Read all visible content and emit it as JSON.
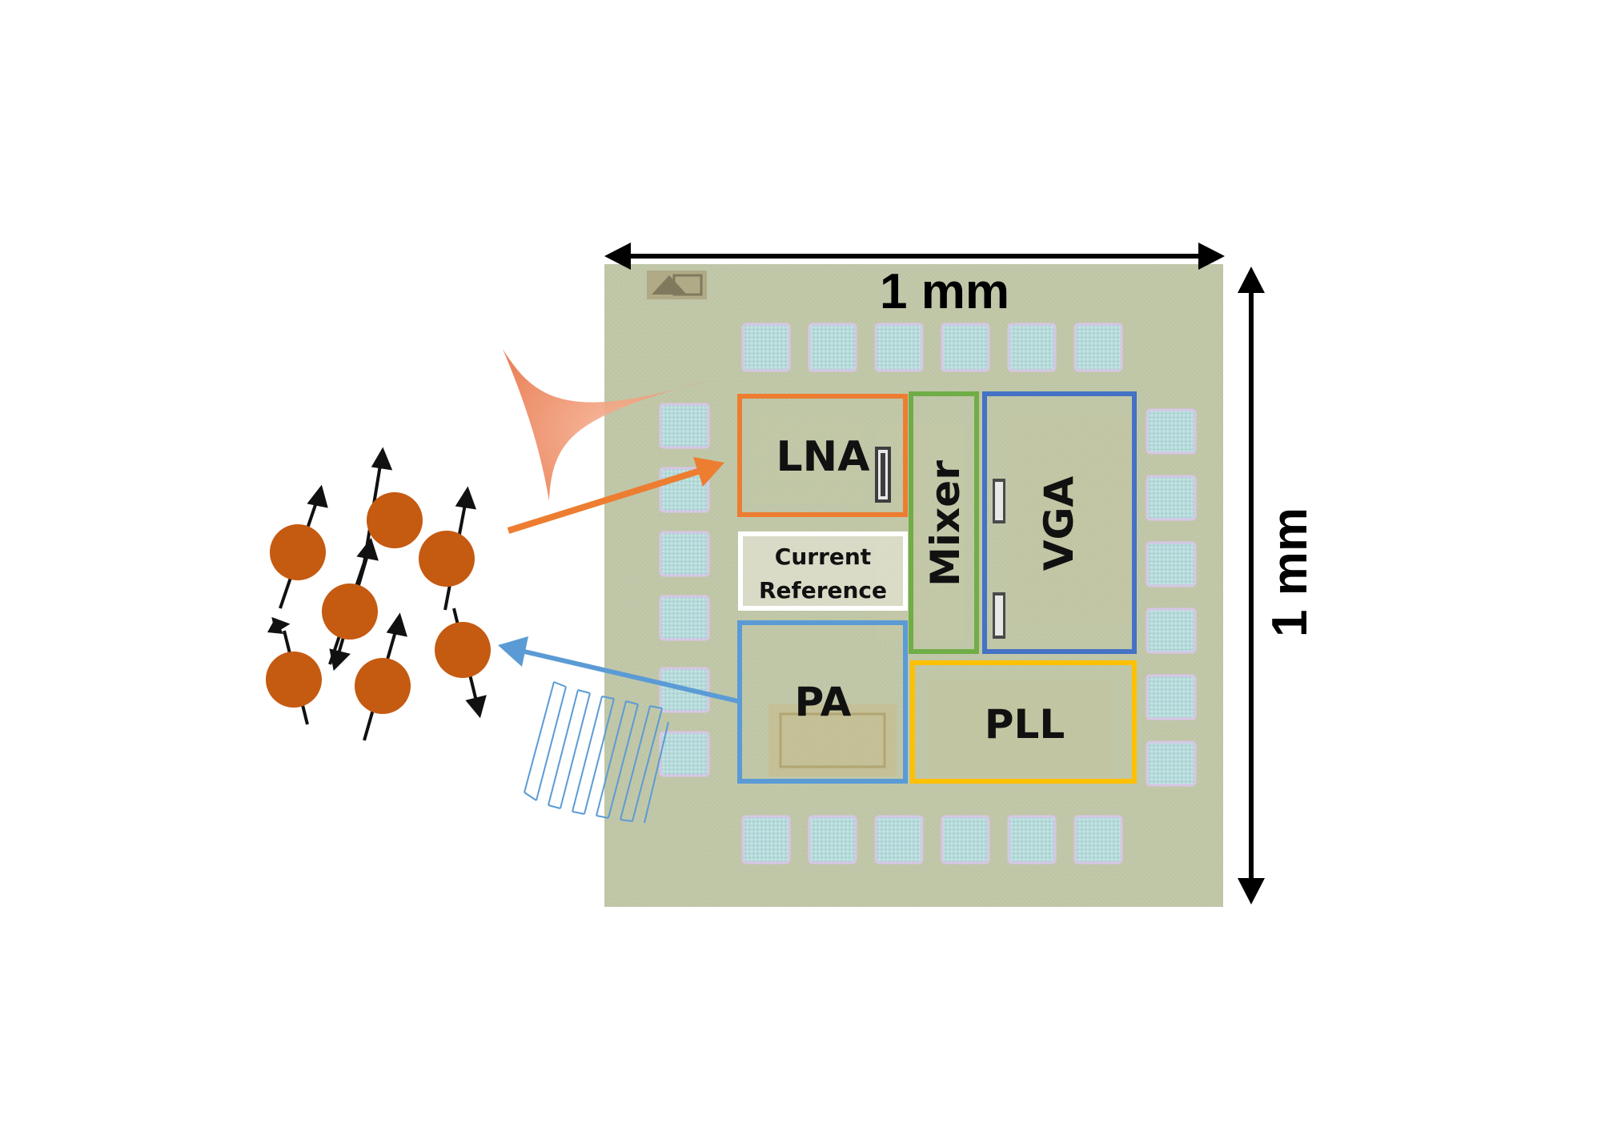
{
  "dimensions": {
    "width_label": "1 mm",
    "height_label": "1 mm"
  },
  "blocks": {
    "lna": "LNA",
    "mixer": "Mixer",
    "vga": "VGA",
    "current_ref_line1": "Current",
    "current_ref_line2": "Reference",
    "pa": "PA",
    "pll": "PLL"
  },
  "colors": {
    "lna": "#ED7D31",
    "mixer": "#70AD47",
    "vga": "#4472C4",
    "current_reference": "#FFFFFF",
    "pa": "#5B9BD5",
    "pll": "#FFC000",
    "particles": "#C55A11",
    "die": "#B7C2A2",
    "pad": "#AFD2D4"
  },
  "icons": {
    "particles": "spin-particles-icon",
    "rx_pulse": "rf-pulse-icon",
    "tx_wave": "rf-wave-icon"
  }
}
